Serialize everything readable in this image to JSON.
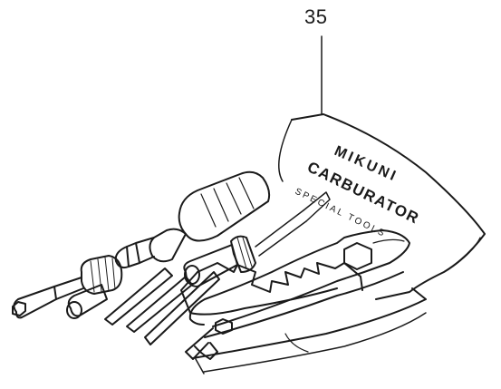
{
  "callout": {
    "number": "35"
  },
  "pouch_print": {
    "line1": "MIKUNI",
    "line2": "CARBURATOR",
    "line3": "SPECIAL TOOLS"
  },
  "colors": {
    "ink": "#1a1a1a",
    "paper": "#ffffff"
  }
}
